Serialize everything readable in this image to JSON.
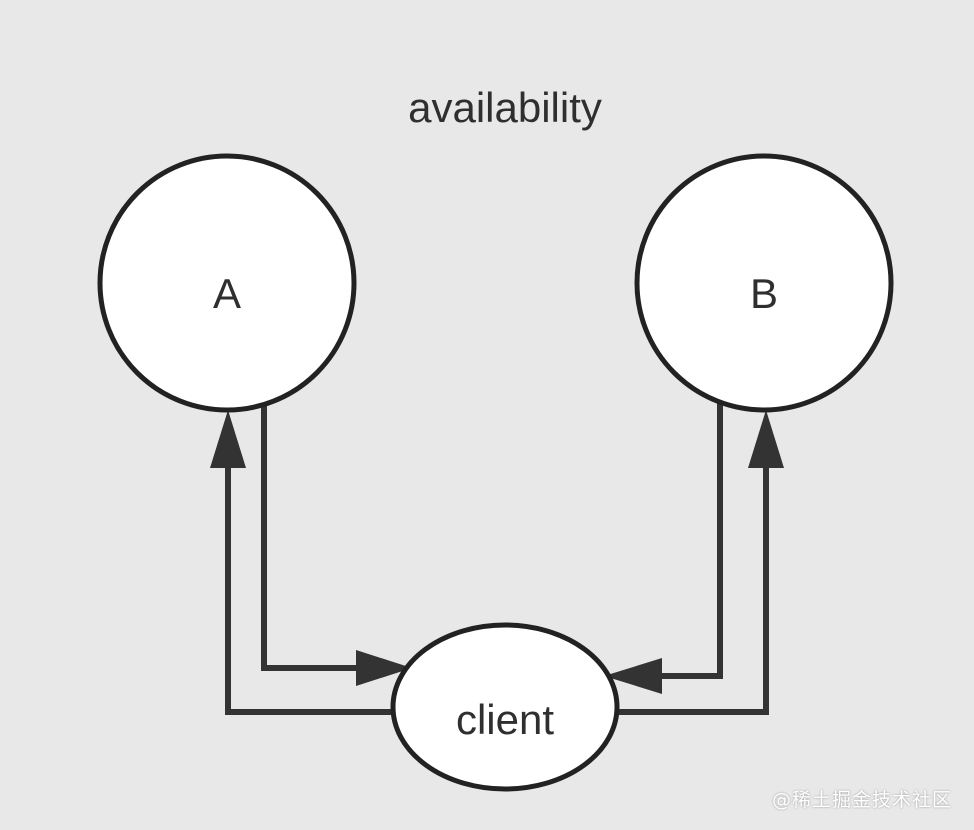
{
  "diagram": {
    "title": "availability",
    "nodes": {
      "a": {
        "label": "A"
      },
      "b": {
        "label": "B"
      },
      "client": {
        "label": "client"
      }
    },
    "watermark": "@稀土掘金技术社区"
  },
  "colors": {
    "background": "#e8e8e8",
    "node_fill": "#ffffff",
    "stroke": "#222222",
    "edge": "#333333",
    "text": "#2f2f2f"
  }
}
